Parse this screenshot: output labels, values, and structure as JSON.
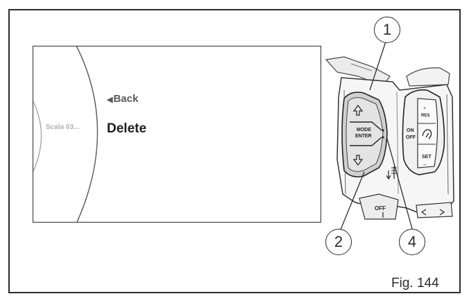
{
  "screen": {
    "back_label": "Back",
    "selected_item": "Delete",
    "previous_item": "Scala 03..."
  },
  "controller": {
    "mode_label": "MODE",
    "enter_label": "ENTER",
    "on_label": "ON",
    "off_label": "OFF",
    "res_label": "RES",
    "set_label": "SET",
    "switch_off_label": "OFF"
  },
  "callouts": [
    "1",
    "2",
    "4"
  ],
  "figure": {
    "label": "Fig. 144"
  },
  "icons": {
    "up_arrow": "up-arrow-icon",
    "down_arrow": "down-arrow-icon",
    "cruise": "cruise-control-icon"
  }
}
